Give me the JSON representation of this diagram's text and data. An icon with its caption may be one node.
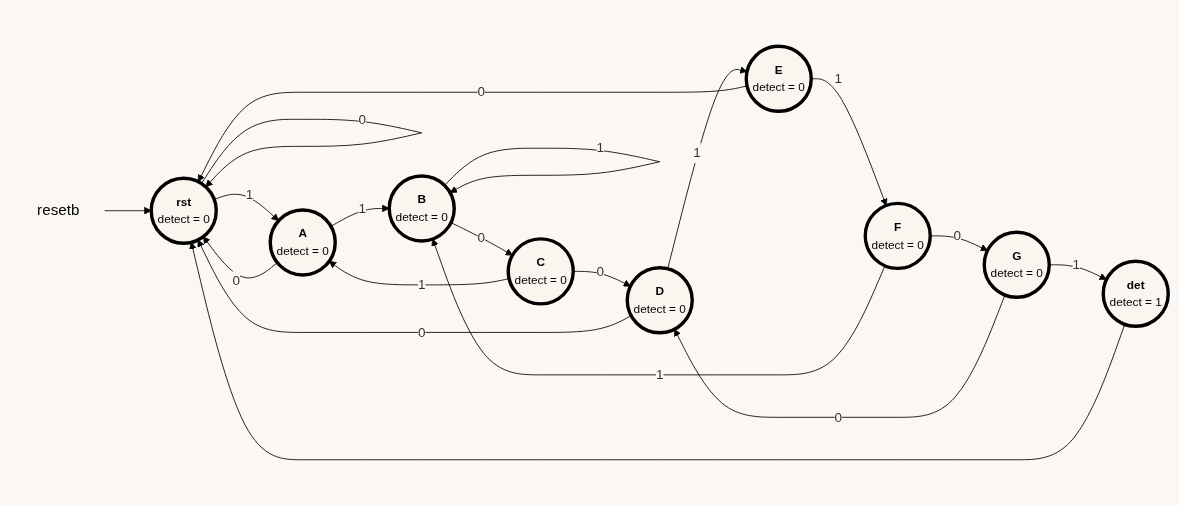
{
  "diagram": {
    "nodes": [
      {
        "text": [
          "resetb"
        ]
      },
      {
        "text": [
          "rst",
          "detect = 0"
        ]
      },
      {
        "text": [
          "A",
          "detect = 0"
        ]
      },
      {
        "text": [
          "B",
          "detect = 0"
        ]
      },
      {
        "text": [
          "C",
          "detect = 0"
        ]
      },
      {
        "text": [
          "D",
          "detect = 0"
        ]
      },
      {
        "text": [
          "E",
          "detect = 0"
        ]
      },
      {
        "text": [
          "F",
          "detect = 0"
        ]
      },
      {
        "text": [
          "G",
          "detect = 0"
        ]
      },
      {
        "text": [
          "det",
          "detect = 1"
        ]
      }
    ],
    "edges": [
      {
        "from": 0,
        "to": 1,
        "arrow": "to"
      },
      {
        "from": 1,
        "to": 1,
        "label": "0",
        "arrow": "to"
      },
      {
        "from": 1,
        "to": 2,
        "label": "1",
        "arrow": "to"
      },
      {
        "from": 2,
        "to": 3,
        "label": "1",
        "arrow": "to"
      },
      {
        "from": 3,
        "to": 3,
        "label": "1",
        "arrow": "to"
      },
      {
        "from": 3,
        "to": 4,
        "label": "0",
        "arrow": "to"
      },
      {
        "from": 4,
        "to": 5,
        "label": "0",
        "arrow": "to"
      },
      {
        "from": 2,
        "to": 1,
        "label": "0",
        "arrow": "to"
      },
      {
        "from": 4,
        "to": 2,
        "label": "1",
        "arrow": "to"
      },
      {
        "from": 5,
        "to": 1,
        "label": "0",
        "arrow": "to"
      },
      {
        "from": 5,
        "to": 6,
        "label": "1",
        "arrow": "to"
      },
      {
        "from": 6,
        "to": 1,
        "label": "0",
        "arrow": "to"
      },
      {
        "from": 6,
        "to": 7,
        "label": "1",
        "arrow": "to"
      },
      {
        "from": 7,
        "to": 3,
        "label": "1",
        "arrow": "to"
      },
      {
        "from": 7,
        "to": 8,
        "label": "0",
        "arrow": "to"
      },
      {
        "from": 8,
        "to": 5,
        "label": "0",
        "arrow": "to"
      },
      {
        "from": 8,
        "to": 9,
        "label": "1",
        "arrow": "to"
      },
      {
        "from": 9,
        "to": 1,
        "arrow": "to"
      }
    ]
  }
}
